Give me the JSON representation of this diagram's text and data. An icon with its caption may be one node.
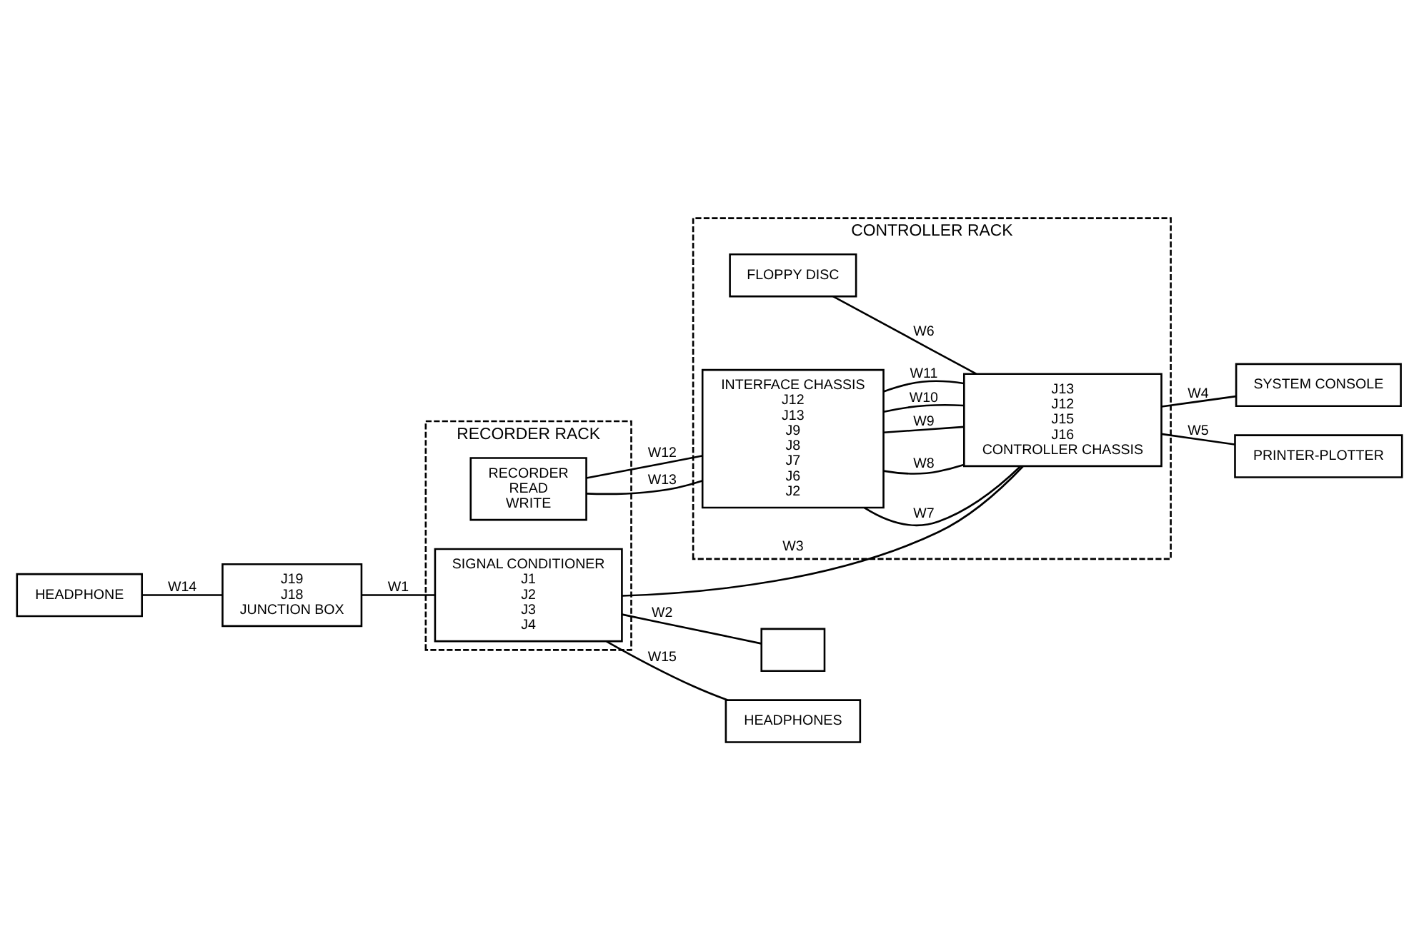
{
  "diagram": {
    "nodes": [
      {
        "text": [
          "RECORDER RACK"
        ]
      },
      {
        "text": [
          "RECORDER",
          "READ",
          "WRITE"
        ],
        "in": 0
      },
      {
        "text": [
          "SIGNAL CONDITIONER",
          "J1",
          "J2",
          "J3",
          "J4"
        ],
        "in": 0
      },
      {
        "text": [
          "CONTROLLER RACK"
        ]
      },
      {
        "text": [
          "FLOPPY DISC"
        ],
        "in": 3
      },
      {
        "text": [
          "INTERFACE CHASSIS",
          "J12",
          "J13",
          "J9",
          "J8",
          "J7",
          "J6",
          "J2"
        ],
        "in": 3
      },
      {
        "text": [
          "J13",
          "J12",
          "J15",
          "J16",
          "CONTROLLER CHASSIS"
        ],
        "in": 3
      },
      {
        "text": [
          "HEADPHONE"
        ]
      },
      {
        "text": [
          "J19",
          "J18",
          "JUNCTION BOX"
        ]
      },
      {
        "text": [],
        "shape": "box"
      },
      {
        "text": [
          "HEADPHONES"
        ]
      },
      {
        "text": [
          "SYSTEM CONSOLE"
        ]
      },
      {
        "text": [
          "PRINTER-PLOTTER"
        ]
      }
    ],
    "edges": [
      {
        "from": 7,
        "to": 8,
        "arrow": "none",
        "label": "W14"
      },
      {
        "from": 8,
        "to": 2,
        "arrow": "none",
        "label": "W1"
      },
      {
        "from": 1,
        "to": 5,
        "arrow": "none",
        "label": "W12"
      },
      {
        "from": 1,
        "to": 5,
        "arrow": "none",
        "label": "W13"
      },
      {
        "from": 2,
        "to": 9,
        "arrow": "none",
        "label": "W2"
      },
      {
        "from": 2,
        "to": 10,
        "arrow": "none",
        "label": "W15"
      },
      {
        "from": 2,
        "to": 6,
        "arrow": "none",
        "label": "W3"
      },
      {
        "from": 5,
        "to": 6,
        "arrow": "none",
        "label": "W7"
      },
      {
        "from": 5,
        "to": 6,
        "arrow": "none",
        "label": "W8"
      },
      {
        "from": 5,
        "to": 6,
        "arrow": "none",
        "label": "W9"
      },
      {
        "from": 5,
        "to": 6,
        "arrow": "none",
        "label": "W10"
      },
      {
        "from": 5,
        "to": 6,
        "arrow": "none",
        "label": "W11"
      },
      {
        "from": 4,
        "to": 6,
        "arrow": "none",
        "label": "W6"
      },
      {
        "from": 6,
        "to": 11,
        "arrow": "none",
        "label": "W4"
      },
      {
        "from": 6,
        "to": 12,
        "arrow": "none",
        "label": "W5"
      }
    ]
  }
}
